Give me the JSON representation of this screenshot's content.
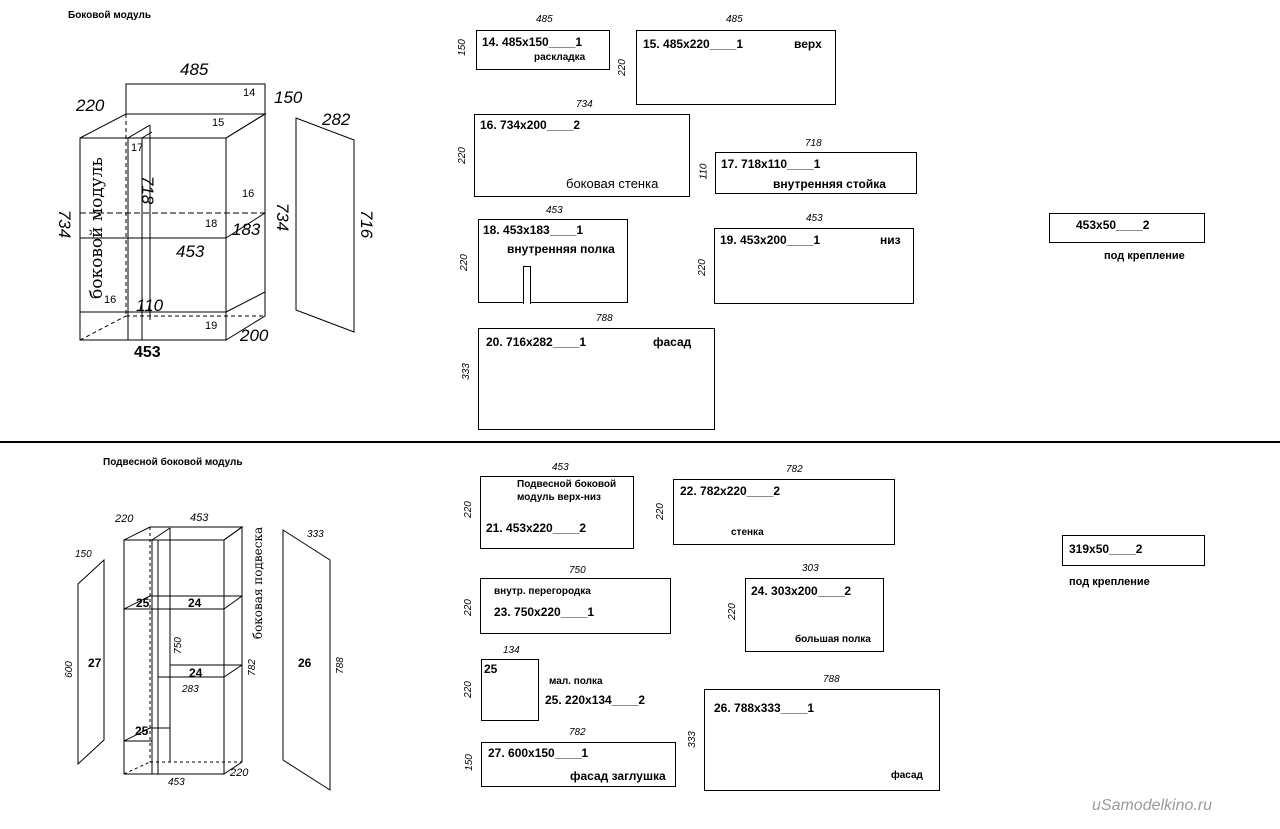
{
  "section1": {
    "title": "Боковой модуль",
    "sketch": {
      "width_top": "485",
      "depth_top": "220",
      "top_h": "150",
      "height_left": "734",
      "height_right": "734",
      "inner_h": "718",
      "inner_w": "453",
      "shelf_h": "183",
      "bottom_h": "110",
      "bottom_w": "453",
      "bottom_d": "200",
      "vertical_label": "боковой модуль",
      "n14": "14",
      "n15": "15",
      "n16a": "16",
      "n16b": "16",
      "n17": "17",
      "n18": "18",
      "n19": "19",
      "facade_w": "282",
      "facade_h": "716"
    },
    "parts": {
      "p14": {
        "dim_w": "485",
        "dim_h": "150",
        "text": "14.  485х150____1",
        "sub": "раскладка"
      },
      "p15": {
        "dim_w": "485",
        "dim_h": "220",
        "text": "15.  485х220____1",
        "sub": "верх"
      },
      "p16": {
        "dim_w": "734",
        "dim_h": "220",
        "text": "16.  734х200____2",
        "sub": "боковая стенка"
      },
      "p17": {
        "dim_w": "718",
        "dim_h": "110",
        "text": "17.  718х110____1",
        "sub": "внутренняя стойка"
      },
      "p18": {
        "dim_w": "453",
        "dim_h": "220",
        "text": "18.  453х183____1",
        "sub": "внутренняя полка"
      },
      "p19": {
        "dim_w": "453",
        "dim_h": "220",
        "text": "19.  453х200____1",
        "sub": "низ"
      },
      "p20": {
        "dim_w": "788",
        "dim_h": "333",
        "text": "20.  716х282____1",
        "sub": "фасад"
      },
      "mount": {
        "text": "453х50____2",
        "sub": "под крепление"
      }
    }
  },
  "section2": {
    "title": "Подвесной боковой модуль",
    "sketch": {
      "depth_top": "220",
      "width_top": "453",
      "n25a": "25",
      "n24a": "24",
      "n24b": "24",
      "n25b": "25",
      "mid_h": "750",
      "shelf_w": "283",
      "right_h": "782",
      "bottom_w": "453",
      "bottom_d": "220",
      "vertical_label": "боковая подвеска",
      "facade_small_w": "150",
      "facade_small_h": "600",
      "n27": "27",
      "side_w": "333",
      "side_h": "788",
      "n26": "26"
    },
    "parts": {
      "p21": {
        "dim_w": "453",
        "dim_h": "220",
        "header1": "Подвесной боковой",
        "header2": "модуль верх-низ",
        "text": "21.  453х220____2"
      },
      "p22": {
        "dim_w": "782",
        "dim_h": "220",
        "text": "22.  782х220____2",
        "sub": "стенка"
      },
      "p23": {
        "dim_w": "750",
        "dim_h": "220",
        "header": "внутр. перегородка",
        "text": "23.  750х220____1"
      },
      "p24": {
        "dim_w": "303",
        "dim_h": "220",
        "text": "24.  303х200____2",
        "sub": "большая полка"
      },
      "p25": {
        "dim_w": "134",
        "dim_h": "220",
        "num": "25",
        "label": "мал. полка",
        "text": "25.  220х134____2"
      },
      "p26": {
        "dim_w": "788",
        "dim_h": "333",
        "text": "26.  788х333____1",
        "sub": "фасад"
      },
      "p27": {
        "dim_w": "782",
        "dim_h": "150",
        "text": "27.  600х150____1",
        "sub": "фасад заглушка"
      },
      "mount": {
        "text": "319х50____2",
        "sub": "под крепление"
      }
    }
  },
  "watermark": "uSamodelkino.ru"
}
